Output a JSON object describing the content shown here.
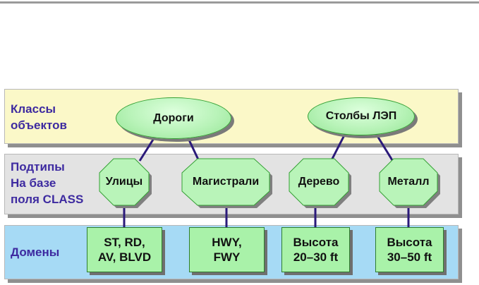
{
  "bands": {
    "classes_label": "Классы\nобъектов",
    "subtypes_label": "Подтипы\nНа базе\nполя CLASS",
    "domains_label": "Домены"
  },
  "classes": [
    "Дороги",
    "Столбы ЛЭП"
  ],
  "subtypes": [
    "Улицы",
    "Магистрали",
    "Дерево",
    "Металл"
  ],
  "domains": [
    "ST, RD,\nAV, BLVD",
    "HWY,\nFWY",
    "Высота\n20–30 ft",
    "Высота\n30–50 ft"
  ],
  "colors": {
    "classes_band": "#fbf8c8",
    "subtypes_band": "#e3e3e3",
    "domains_band": "#a6daf5",
    "node_fill": "#b8f3b8",
    "label_text": "#3d2aa0",
    "connector": "#2b1a7a"
  }
}
